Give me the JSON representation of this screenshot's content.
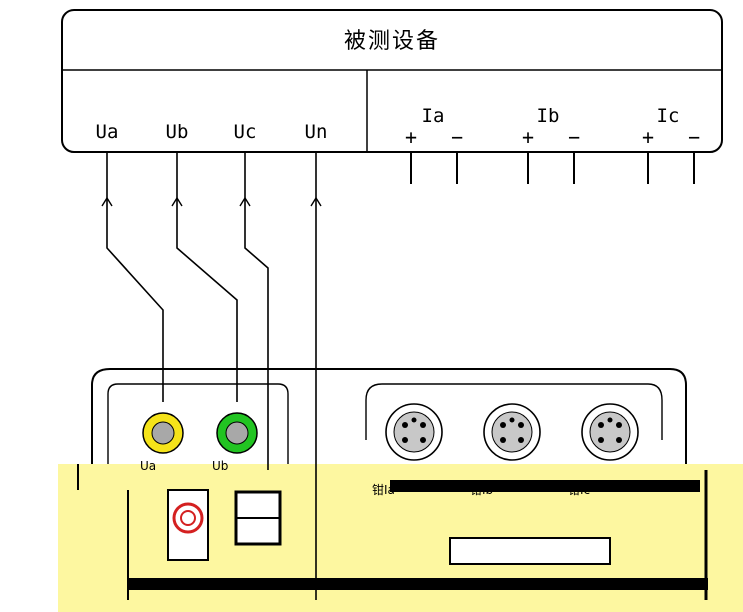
{
  "device": {
    "title": "被测设备",
    "voltage_terminals": [
      "Ua",
      "Ub",
      "Uc",
      "Un"
    ],
    "current_groups": [
      {
        "label": "Ia",
        "plus": "+",
        "minus": "−"
      },
      {
        "label": "Ib",
        "plus": "+",
        "minus": "−"
      },
      {
        "label": "Ic",
        "plus": "+",
        "minus": "−"
      }
    ]
  },
  "instrument": {
    "jack_labels": [
      "Ua",
      "Ub"
    ],
    "clamp_labels": [
      "钳Ia",
      "钳Ib",
      "钳Ic"
    ]
  },
  "colors": {
    "ua_jack": "#f5e31a",
    "ub_jack": "#22c422",
    "un_jack": "#d42020",
    "panel_fill": "#fdf7a0",
    "clamp_socket": "#c8c8c8"
  }
}
